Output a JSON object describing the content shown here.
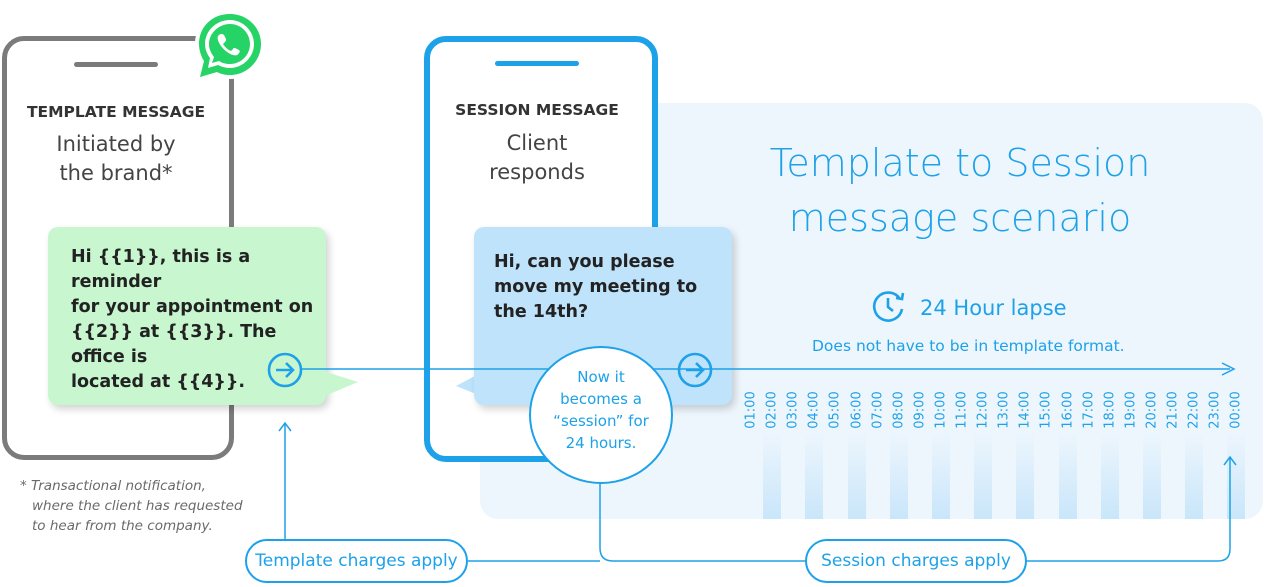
{
  "left_phone": {
    "title": "TEMPLATE MESSAGE",
    "subtitle_line1": "Initiated by",
    "subtitle_line2": "the brand*",
    "message_lines": [
      "Hi {{1}}, this is a reminder",
      "for your appointment on",
      "{{2}} at {{3}}. The office is",
      "located at {{4}}."
    ]
  },
  "right_phone": {
    "title": "SESSION MESSAGE",
    "subtitle_line1": "Client",
    "subtitle_line2": "responds",
    "message_lines": [
      "Hi, can you please",
      "move my meeting to",
      "the 14th?"
    ]
  },
  "scenario": {
    "title_line1": "Template to Session",
    "title_line2": "message scenario",
    "lapse_label": "24 Hour lapse",
    "format_note": "Does not have to be in template format."
  },
  "session_circle": {
    "lines": [
      "Now it",
      "becomes a",
      "“session” for",
      "24 hours."
    ]
  },
  "hours": [
    "01:00",
    "02:00",
    "03:00",
    "04:00",
    "05:00",
    "06:00",
    "07:00",
    "08:00",
    "09:00",
    "10:00",
    "11:00",
    "12:00",
    "13:00",
    "14:00",
    "15:00",
    "16:00",
    "17:00",
    "18:00",
    "19:00",
    "20:00",
    "21:00",
    "22:00",
    "23:00",
    "00:00"
  ],
  "charges": {
    "template": "Template charges apply",
    "session": "Session charges apply"
  },
  "footnote": {
    "lines": [
      "* Transactional notification,",
      "  where the client has requested",
      "  to hear from the company."
    ]
  },
  "colors": {
    "accent": "#1da1e8",
    "template_bubble": "#c8f7cf",
    "session_bubble": "#bfe3fb",
    "whatsapp_green": "#25d366",
    "phone_gray": "#7b7b7b"
  },
  "icons": [
    "whatsapp-icon",
    "arrow-right-circle-icon",
    "clock-icon",
    "arrow-up-icon"
  ]
}
